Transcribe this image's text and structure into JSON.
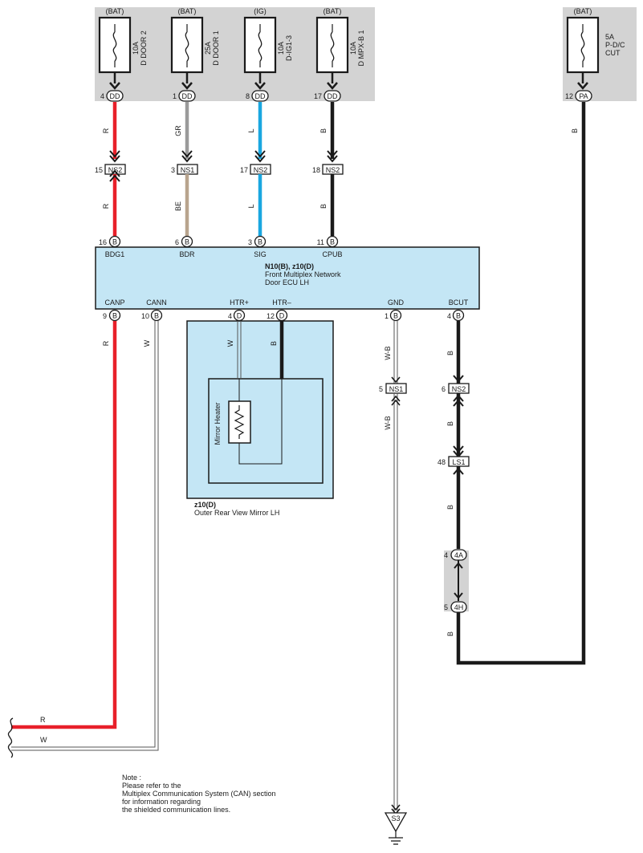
{
  "fuses": [
    {
      "source": "(BAT)",
      "amp": "10A",
      "name": "D DOOR 2",
      "pin": "4",
      "conn": "DD"
    },
    {
      "source": "(BAT)",
      "amp": "25A",
      "name": "D DOOR 1",
      "pin": "1",
      "conn": "DD"
    },
    {
      "source": "(IG)",
      "amp": "10A",
      "name": "D-IG1-3",
      "pin": "8",
      "conn": "DD"
    },
    {
      "source": "(BAT)",
      "amp": "10A",
      "name": "D MPX-B 1",
      "pin": "17",
      "conn": "DD"
    },
    {
      "source": "(BAT)",
      "amp": "5A",
      "name": "P-D/C",
      "name2": "CUT",
      "pin": "12",
      "conn": "PA"
    }
  ],
  "wires_top": [
    {
      "color": "R",
      "pin": "15",
      "conn": "NS2",
      "color2": "R",
      "hex": "#e8202a"
    },
    {
      "color": "GR",
      "pin": "3",
      "conn": "NS1",
      "color2": "BE",
      "hex": "#9a9a9a",
      "hex2": "#b8a48e"
    },
    {
      "color": "L",
      "pin": "17",
      "conn": "NS2",
      "color2": "L",
      "hex": "#1aa7e0"
    },
    {
      "color": "B",
      "pin": "18",
      "conn": "NS2",
      "color2": "B",
      "hex": "#1a1a1a"
    }
  ],
  "ecu": {
    "title": "N10(B), z10(D)",
    "line1": "Front Multiplex Network",
    "line2": "Door ECU LH",
    "fill": "#c4e6f5",
    "top_pins": [
      {
        "pin": "16",
        "conn": "B",
        "label": "BDG1"
      },
      {
        "pin": "6",
        "conn": "B",
        "label": "BDR"
      },
      {
        "pin": "3",
        "conn": "B",
        "label": "SIG"
      },
      {
        "pin": "11",
        "conn": "B",
        "label": "CPUB"
      }
    ],
    "bottom_pins": [
      {
        "pin": "9",
        "conn": "B",
        "label": "CANP"
      },
      {
        "pin": "10",
        "conn": "B",
        "label": "CANN"
      },
      {
        "pin": "4",
        "conn": "D",
        "label": "HTR+"
      },
      {
        "pin": "12",
        "conn": "D",
        "label": "HTR–"
      },
      {
        "pin": "1",
        "conn": "B",
        "label": "GND"
      },
      {
        "pin": "4",
        "conn": "B",
        "label": "BCUT"
      }
    ]
  },
  "canp_wire": "R",
  "cann_wire": "W",
  "htr_plus_wire": "W",
  "htr_minus_wire": "B",
  "mirror": {
    "heater_label": "Mirror Heater",
    "title": "z10(D)",
    "subtitle": "Outer Rear View Mirror LH"
  },
  "gnd": {
    "wire1": "W-B",
    "pin": "5",
    "conn": "NS1",
    "wire2": "W-B",
    "ground": "S3"
  },
  "bcut": {
    "wire1": "B",
    "j1_pin": "6",
    "j1_conn": "NS2",
    "wire2": "B",
    "j2_pin": "48",
    "j2_conn": "LS1",
    "wire3": "B",
    "j3_pin": "4",
    "j3_conn": "4A",
    "j4_pin": "5",
    "j4_conn": "4H",
    "wire4": "B"
  },
  "pa_wire": "B",
  "bottom_left": {
    "r": "R",
    "w": "W"
  },
  "note": {
    "line1": "Note :",
    "line2": "Please refer to the",
    "line3": "Multiplex Communication System (CAN) section",
    "line4": "for information regarding",
    "line5": "the shielded communication lines."
  }
}
